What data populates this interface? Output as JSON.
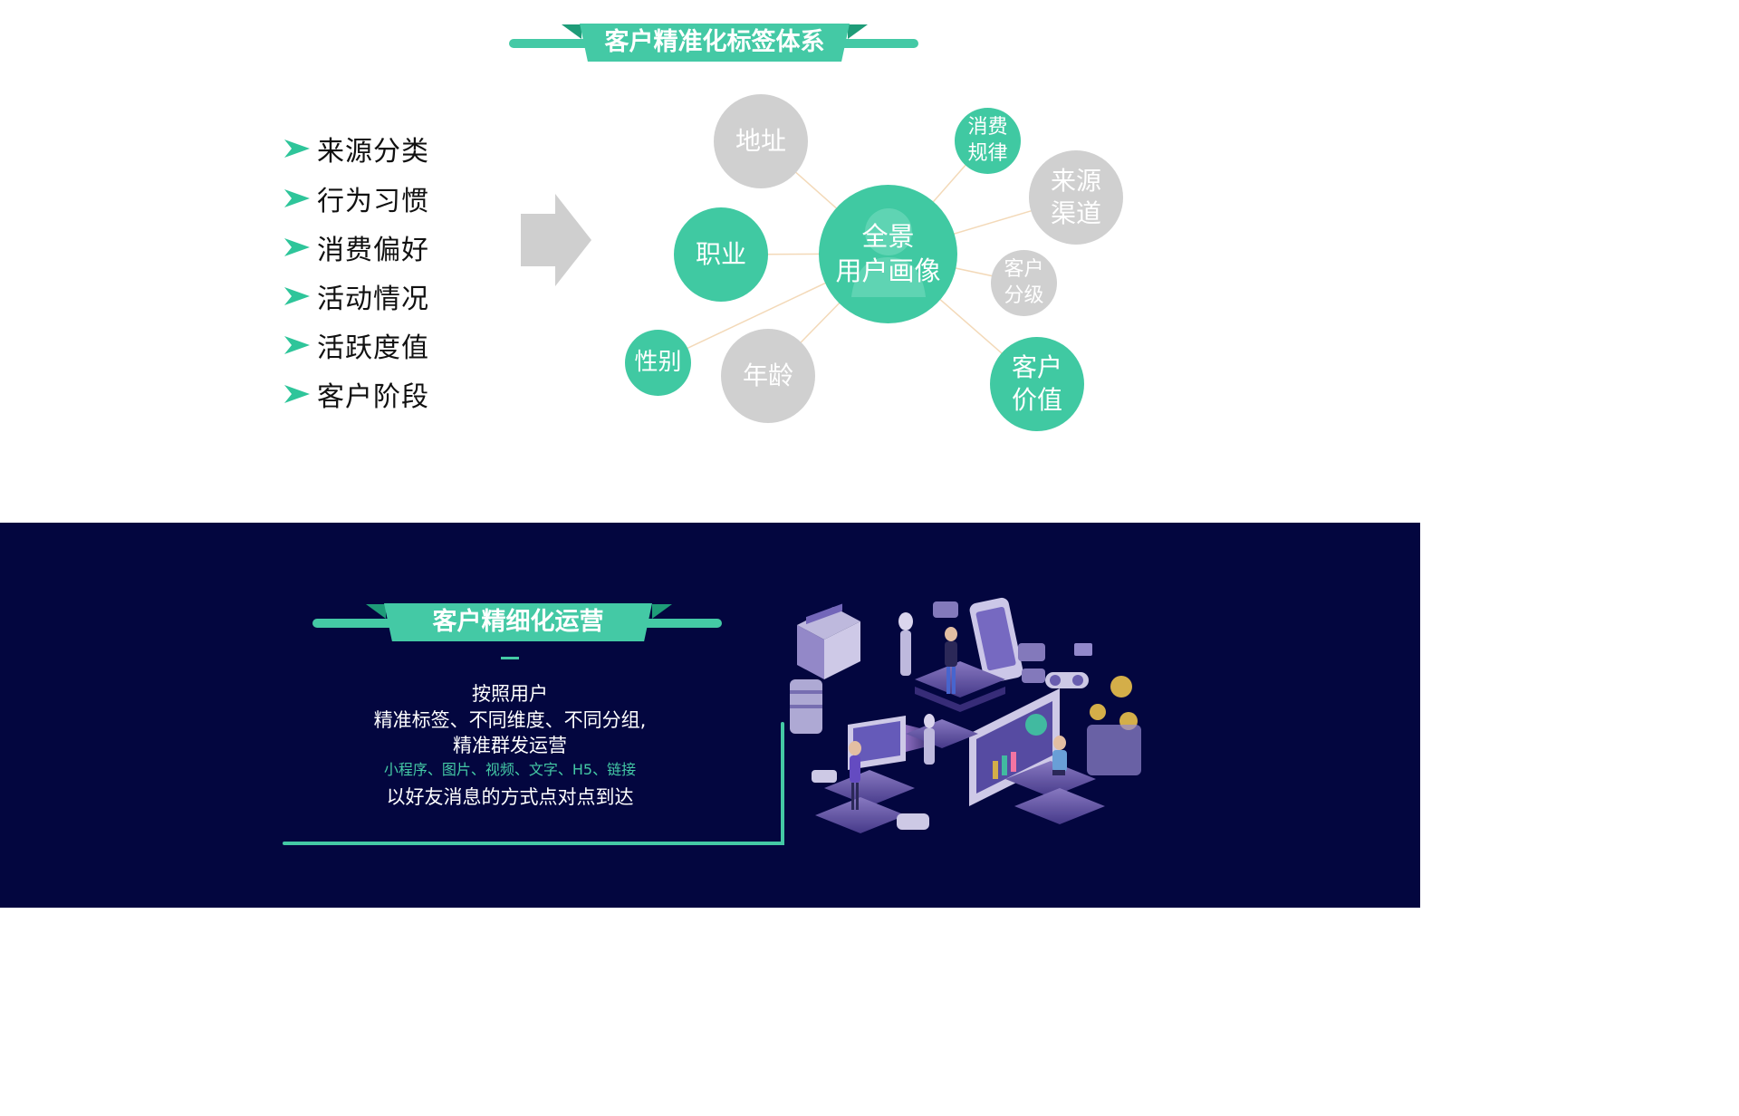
{
  "top_section": {
    "title": "客户精准化标签体系",
    "list_items": [
      "来源分类",
      "行为习惯",
      "消费偏好",
      "活动情况",
      "活跃度值",
      "客户阶段"
    ],
    "diagram": {
      "center": {
        "line1": "全景",
        "line2": "用户画像"
      },
      "nodes": {
        "address": "地址",
        "occupation": "职业",
        "gender": "性别",
        "age": "年龄",
        "consumption_pattern": {
          "line1": "消费",
          "line2": "规律"
        },
        "source_channel": {
          "line1": "来源",
          "line2": "渠道"
        },
        "customer_grading": {
          "line1": "客户",
          "line2": "分级"
        },
        "customer_value": {
          "line1": "客户",
          "line2": "价值"
        }
      }
    }
  },
  "bottom_section": {
    "title": "客户精细化运营",
    "lines": {
      "line1": "按照用户",
      "line2": "精准标签、不同维度、不同分组,",
      "line3": "精准群发运营",
      "line4": "小程序、图片、视频、文字、H5、链接",
      "line5": "以好友消息的方式点对点到达"
    }
  },
  "colors": {
    "accent_green": "#44c9a5",
    "node_gray": "#d0d0d0",
    "dark_background": "#03063f",
    "ribbon_fold": "#1e9c78",
    "connector": "#f3d9b8"
  }
}
